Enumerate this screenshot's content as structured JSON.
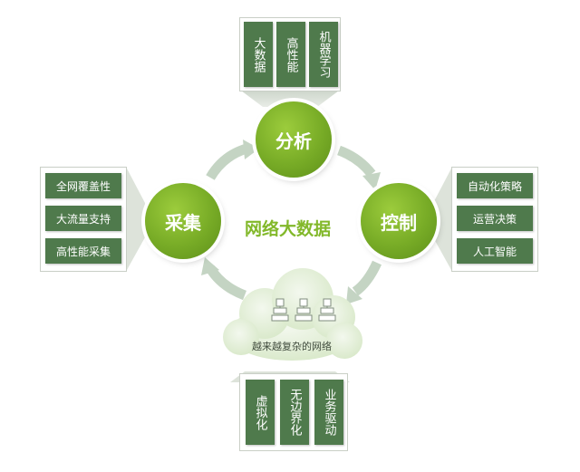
{
  "center_title": "网络大数据",
  "nodes": {
    "top": "分析",
    "right": "控制",
    "left": "采集"
  },
  "cloud": {
    "caption": "越来越复杂的网络"
  },
  "panels": {
    "top": [
      "大数据",
      "高性能",
      "机器学习"
    ],
    "left": [
      "全网覆盖性",
      "大流量支持",
      "高性能采集"
    ],
    "right": [
      "自动化策略",
      "运营决策",
      "人工智能"
    ],
    "bottom": [
      "虚拟化",
      "无边界化",
      "业务驱动"
    ]
  },
  "colors": {
    "box_green": "#4f7a4c",
    "circle_green": "#77ab26",
    "title_green": "#82b82a",
    "arrow_gray_green": "#c4d4c3"
  }
}
